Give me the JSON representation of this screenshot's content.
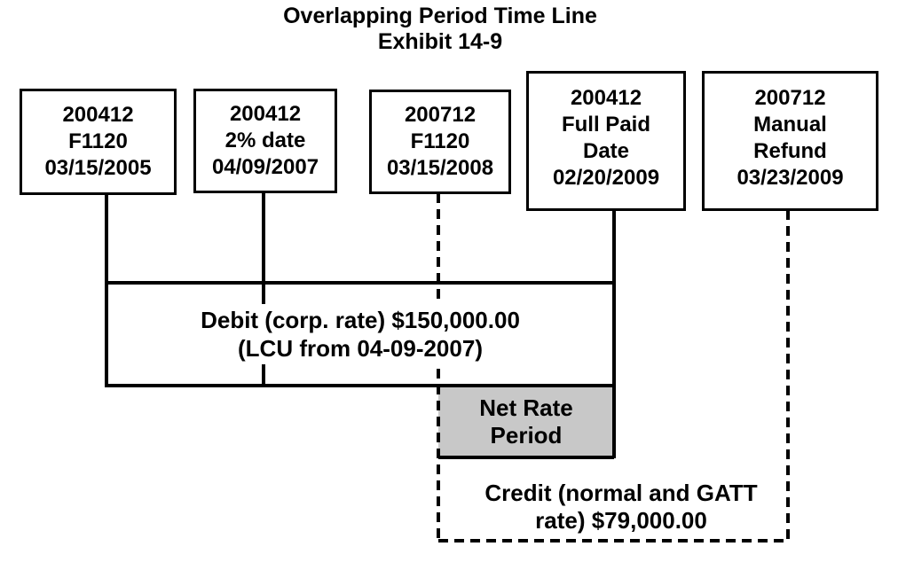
{
  "title": {
    "text": "Overlapping Period Time Line",
    "subtitle": "Exhibit 14-9"
  },
  "events": [
    {
      "name": "200412-f1120",
      "lines": [
        "200412",
        "F1120",
        "03/15/2005"
      ]
    },
    {
      "name": "200412-2pct-date",
      "lines": [
        "200412",
        "2% date",
        "04/09/2007"
      ]
    },
    {
      "name": "200712-f1120",
      "lines": [
        "200712",
        "F1120",
        "03/15/2008"
      ]
    },
    {
      "name": "200412-full-paid",
      "lines": [
        "200412",
        "Full Paid",
        "Date",
        "02/20/2009"
      ]
    },
    {
      "name": "200712-manual-refund",
      "lines": [
        "200712",
        "Manual",
        "Refund",
        "03/23/2009"
      ]
    }
  ],
  "periods": {
    "debit": {
      "line1": "Debit (corp. rate) $150,000.00",
      "line2": "(LCU from 04-09-2007)"
    },
    "net_rate": {
      "line1": "Net Rate",
      "line2": "Period"
    },
    "credit": {
      "line1": "Credit (normal and GATT",
      "line2": "rate) $79,000.00"
    }
  },
  "colors": {
    "line": "#000000",
    "text": "#000000",
    "background": "#ffffff",
    "box_fill": "#ffffff",
    "net_rate_fill": "#c8c8c8"
  }
}
